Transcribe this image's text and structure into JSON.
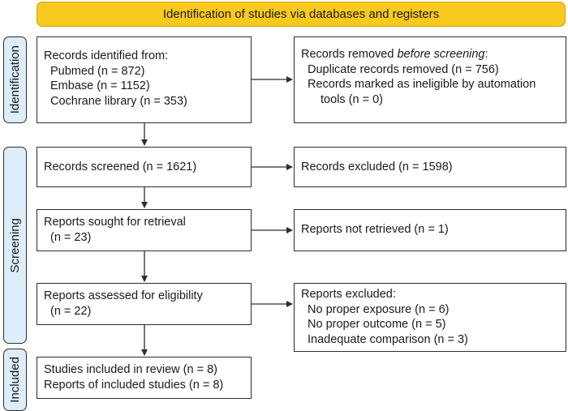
{
  "banner": "Identification of studies via databases and registers",
  "phases": {
    "identification": "Identification",
    "screening": "Screening",
    "included": "Included"
  },
  "identified": {
    "title": "Records identified from:",
    "items": [
      "Pubmed (n = 872)",
      "Embase (n = 1152)",
      "Cochrane library (n = 353)"
    ]
  },
  "removed": {
    "title_prefix": "Records removed ",
    "title_emph": "before screening",
    "title_suffix": ":",
    "line1": "Duplicate records removed (n = 756)",
    "line2": "Records marked as ineligible by automation",
    "line3": "tools (n = 0)"
  },
  "screened": "Records screened (n = 1621)",
  "excluded": "Records excluded (n = 1598)",
  "sought": {
    "line1": "Reports sought for retrieval",
    "line2": "(n = 23)"
  },
  "not_retrieved": "Reports not retrieved (n = 1)",
  "assessed": {
    "line1": "Reports assessed for eligibility",
    "line2": "(n = 22)"
  },
  "reports_excluded": {
    "title": "Reports excluded:",
    "items": [
      "No proper exposure (n = 6)",
      "No proper outcome (n = 5)",
      "Inadequate comparison (n = 3)"
    ]
  },
  "included": {
    "line1": "Studies included in review (n = 8)",
    "line2": "Reports of included studies (n = 8)"
  }
}
